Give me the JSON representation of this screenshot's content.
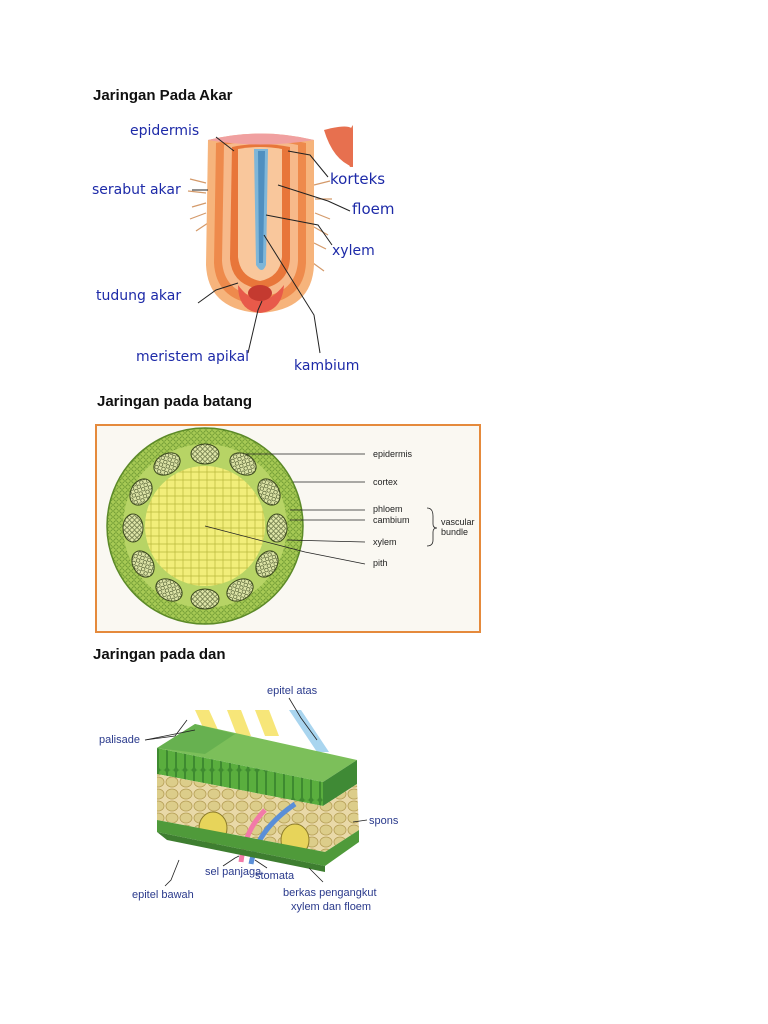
{
  "headings": {
    "akar": "Jaringan Pada Akar",
    "batang": "Jaringan pada batang",
    "daun": "Jaringan pada dan"
  },
  "root_labels": {
    "epidermis": "epidermis",
    "serabut_akar": "serabut akar",
    "tudung_akar": "tudung akar",
    "meristem_apikal": "meristem apikal",
    "korteks": "korteks",
    "floem": "floem",
    "xylem": "xylem",
    "kambium": "kambium"
  },
  "stem_labels": {
    "epidermis": "epidermis",
    "cortex": "cortex",
    "phloem": "phloem",
    "cambium": "cambium",
    "xylem": "xylem",
    "pith": "pith",
    "vascular_1": "vascular",
    "vascular_2": "bundle"
  },
  "leaf_labels": {
    "epitel_atas": "epitel atas",
    "palisade": "palisade",
    "spons": "spons",
    "sel_penjaga": "sel panjaga",
    "stomata": "stomata",
    "epitel_bawah": "epitel bawah",
    "berkas_1": "berkas pengangkut",
    "berkas_2": "xylem dan floem"
  },
  "colors": {
    "root_outer": "#f3a46a",
    "root_inner": "#e8763a",
    "root_vascular": "#7fb6d8",
    "stem_border": "#e58a3c",
    "stem_green": "#9cc24a",
    "stem_pith": "#f2ee7a",
    "leaf_green": "#4f9a3a",
    "label_blue": "#1d2aa8"
  }
}
